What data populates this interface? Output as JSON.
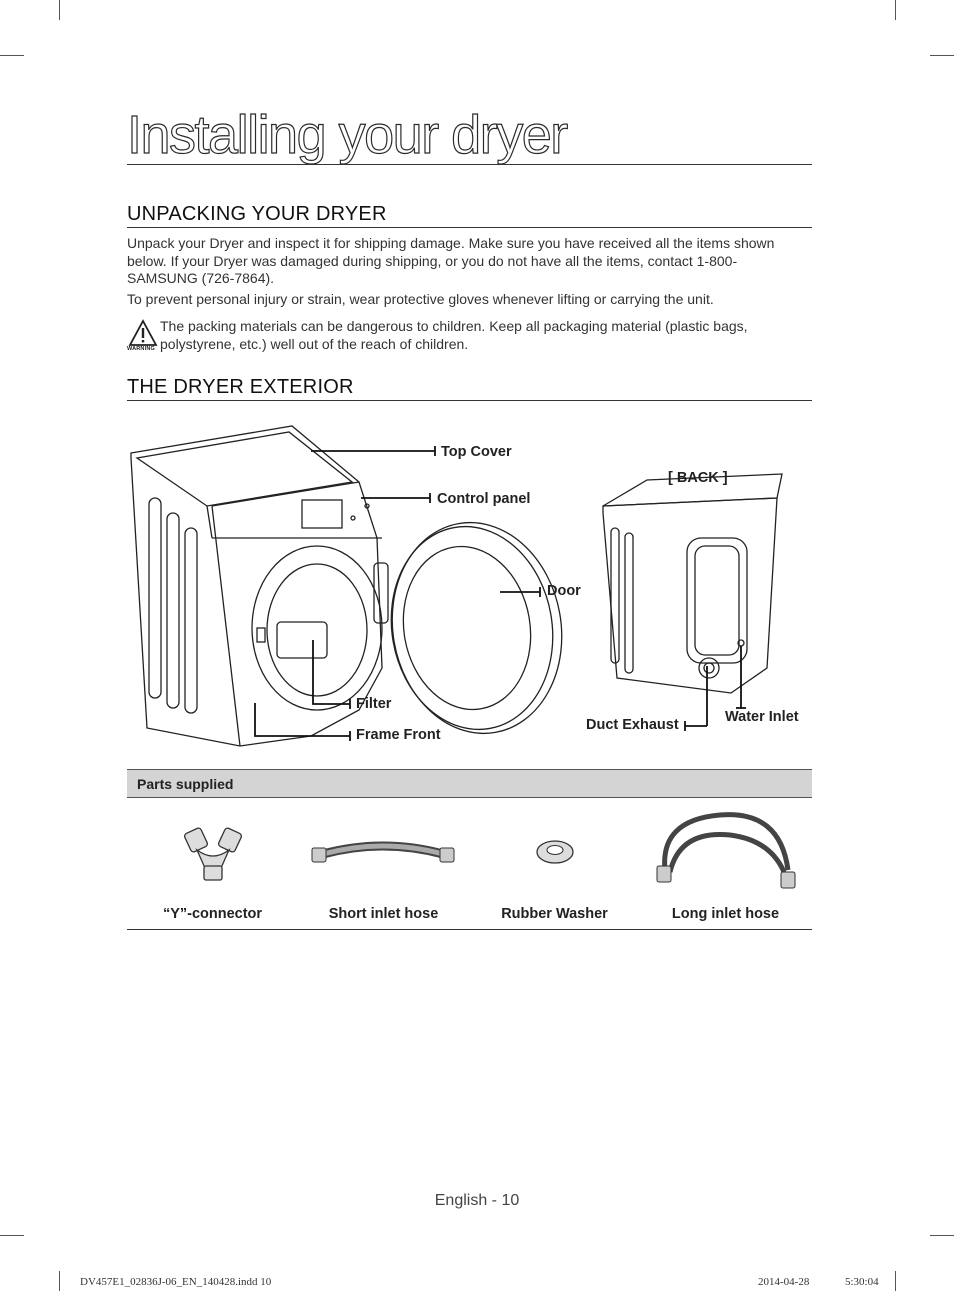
{
  "page": {
    "title": "Installing your dryer",
    "footer": "English - 10",
    "slug": {
      "file": "DV457E1_02836J-06_EN_140428.indd   10",
      "date": "2014-04-28",
      "time": "5:30:04"
    }
  },
  "unpacking": {
    "heading": "UNPACKING YOUR DRYER",
    "paragraph1": "Unpack your Dryer and inspect it for shipping damage. Make sure you have received all the items shown below. If your Dryer was damaged during shipping, or you do not have all the items, contact 1-800-SAMSUNG (726-7864).",
    "paragraph2": "To prevent personal injury or strain, wear protective gloves whenever lifting or carrying the unit.",
    "warning_icon_label": "WARNING",
    "warning_text": "The packing materials can be dangerous to children. Keep all packaging material (plastic bags, polystyrene, etc.) well out of the reach of children."
  },
  "exterior": {
    "heading": "THE DRYER EXTERIOR",
    "labels": {
      "top_cover": "Top Cover",
      "control_panel": "Control panel",
      "door": "Door",
      "filter": "Filter",
      "frame_front": "Frame Front",
      "back": "[ BACK ]",
      "duct_exhaust": "Duct Exhaust",
      "water_inlet": "Water Inlet"
    }
  },
  "parts": {
    "header": "Parts supplied",
    "items": [
      {
        "label": "“Y”-connector",
        "icon": "y-connector-icon"
      },
      {
        "label": "Short inlet hose",
        "icon": "short-hose-icon"
      },
      {
        "label": "Rubber Washer",
        "icon": "rubber-washer-icon"
      },
      {
        "label": "Long inlet hose",
        "icon": "long-hose-icon"
      }
    ]
  }
}
